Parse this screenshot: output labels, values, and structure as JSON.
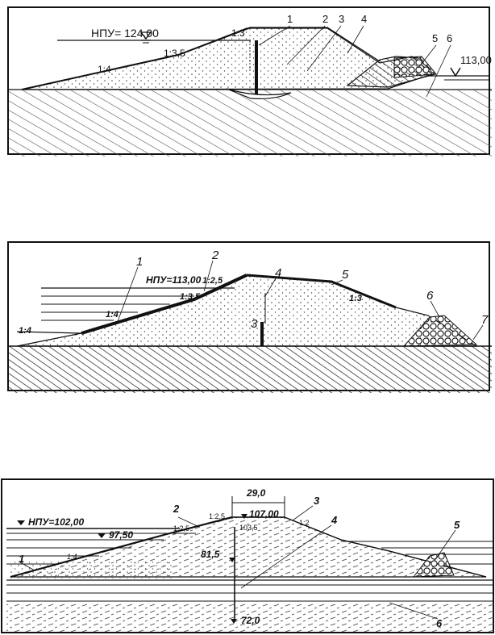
{
  "diagram1": {
    "water_level_label": "НПУ= 124,00",
    "tail_water_label": "113,00",
    "slopes": [
      "1:4",
      "1:3,5",
      "1:3"
    ],
    "callouts": [
      "1",
      "2",
      "3",
      "4",
      "5",
      "6"
    ]
  },
  "diagram2": {
    "water_level_label": "НПУ=113,00",
    "slopes": [
      "1:4",
      "1:4",
      "1:3,5",
      "1:2,5",
      "1:3"
    ],
    "callouts": [
      "1",
      "2",
      "3",
      "4",
      "5",
      "6",
      "7"
    ]
  },
  "diagram3": {
    "water_level_label": "НПУ=102,00",
    "level_2": "97,50",
    "crest_width": "29,0",
    "crest_level": "107,00",
    "level_103": "103,5",
    "level_81": "81,5",
    "level_72": "72,0",
    "slopes": [
      "1:4",
      "1:2,5",
      "1:2,5",
      "1:2"
    ],
    "callouts": [
      "1",
      "2",
      "3",
      "4",
      "5",
      "6"
    ]
  },
  "colors": {
    "ink": "#111111",
    "paper": "#ffffff"
  }
}
